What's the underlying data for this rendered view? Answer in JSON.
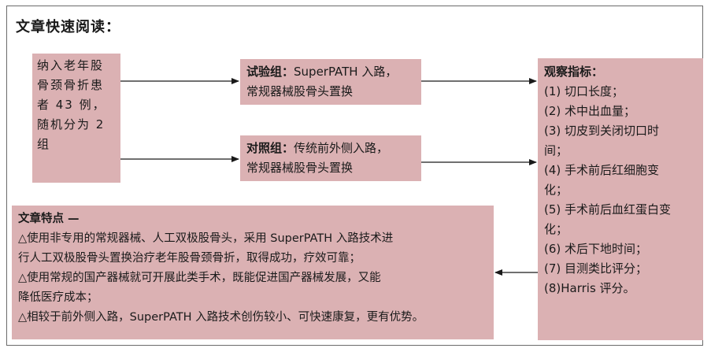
{
  "title": "文章快速阅读：",
  "subjects": {
    "lines": [
      "纳入老年股",
      "骨颈骨折患",
      "者 43 例，",
      "随机分为 2",
      "组"
    ]
  },
  "experimental": {
    "label": "试验组：",
    "line1": "SuperPATH 入路，",
    "line2": "常规器械股骨头置换"
  },
  "control": {
    "label": "对照组：",
    "line1": "传统前外侧入路，",
    "line2": "常规器械股骨头置换"
  },
  "observation": {
    "label": "观察指标：",
    "items": [
      "(1) 切口长度；",
      "(2) 术中出血量；",
      "(3) 切皮到关闭切口时",
      "间；",
      "(4) 手术前后红细胞变",
      "化；",
      "(5) 手术前后血红蛋白变",
      "化；",
      "(6) 术后下地时间；",
      "(7) 目测类比评分；",
      "(8)Harris 评分。"
    ]
  },
  "features": {
    "label": "文章特点 —",
    "items": [
      "△使用非专用的常规器械、人工双极股骨头，采用 SuperPATH 入路技术进",
      "行人工双极股骨头置换治疗老年股骨颈骨折，取得成功，疗效可靠；",
      "△使用常规的国产器械就可开展此类手术，既能促进国产器械发展，又能",
      "降低医疗成本；",
      "△相较于前外侧入路，SuperPATH 入路技术创伤较小、可快速康复，更有优势。"
    ]
  }
}
